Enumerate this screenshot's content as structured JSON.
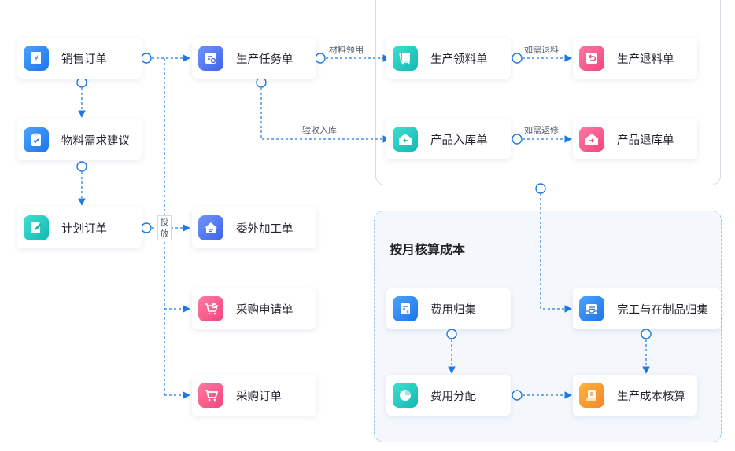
{
  "nodes": {
    "sales_order": "销售订单",
    "material_advice": "物料需求建议",
    "plan_order": "计划订单",
    "production_task": "生产任务单",
    "outsource": "委外加工单",
    "purchase_request": "采购申请单",
    "purchase_order": "采购订单",
    "material_issue": "生产领料单",
    "material_return": "生产退料单",
    "product_in": "产品入库单",
    "product_return": "产品退库单",
    "cost_collect": "费用归集",
    "cost_allocate": "费用分配",
    "wip_collect": "完工与在制品归集",
    "cost_calc": "生产成本核算"
  },
  "edge_labels": {
    "material_use": "材料领用",
    "if_return": "如需退料",
    "inspect_in": "验收入库",
    "if_rework": "如需返修",
    "release": "投放"
  },
  "panels": {
    "monthly_cost_title": "按月核算成本"
  },
  "colors": {
    "line": "#1d7ae0",
    "cyan": "#13b8b3",
    "blue": "#1d74e8",
    "pink": "#f2457c",
    "orange": "#f3852b"
  }
}
